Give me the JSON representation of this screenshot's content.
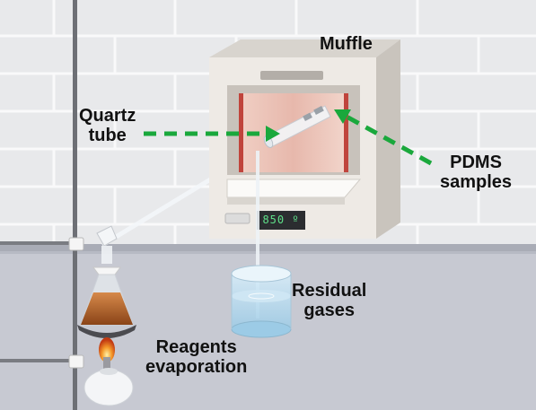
{
  "labels": {
    "muffle": "Muffle",
    "quartz_line1": "Quartz",
    "quartz_line2": "tube",
    "pdms_line1": "PDMS",
    "pdms_line2": "samples",
    "residual_line1": "Residual",
    "residual_line2": "gases",
    "reagents_line1": "Reagents",
    "reagents_line2": "evaporation"
  },
  "furnace_display": "850 º",
  "colors": {
    "arrow": "#1aa83c",
    "display_text": "#5fe089",
    "furnace_body": "#eeeae5",
    "chamber_glow": "#e7b8ac",
    "liquid": "#b5662a",
    "water": "#bfe0f2"
  },
  "icons": [
    "brick-wall",
    "muffle-furnace",
    "quartz-tube",
    "beaker",
    "erlenmeyer-flask",
    "burner-flame",
    "ring-stand"
  ]
}
